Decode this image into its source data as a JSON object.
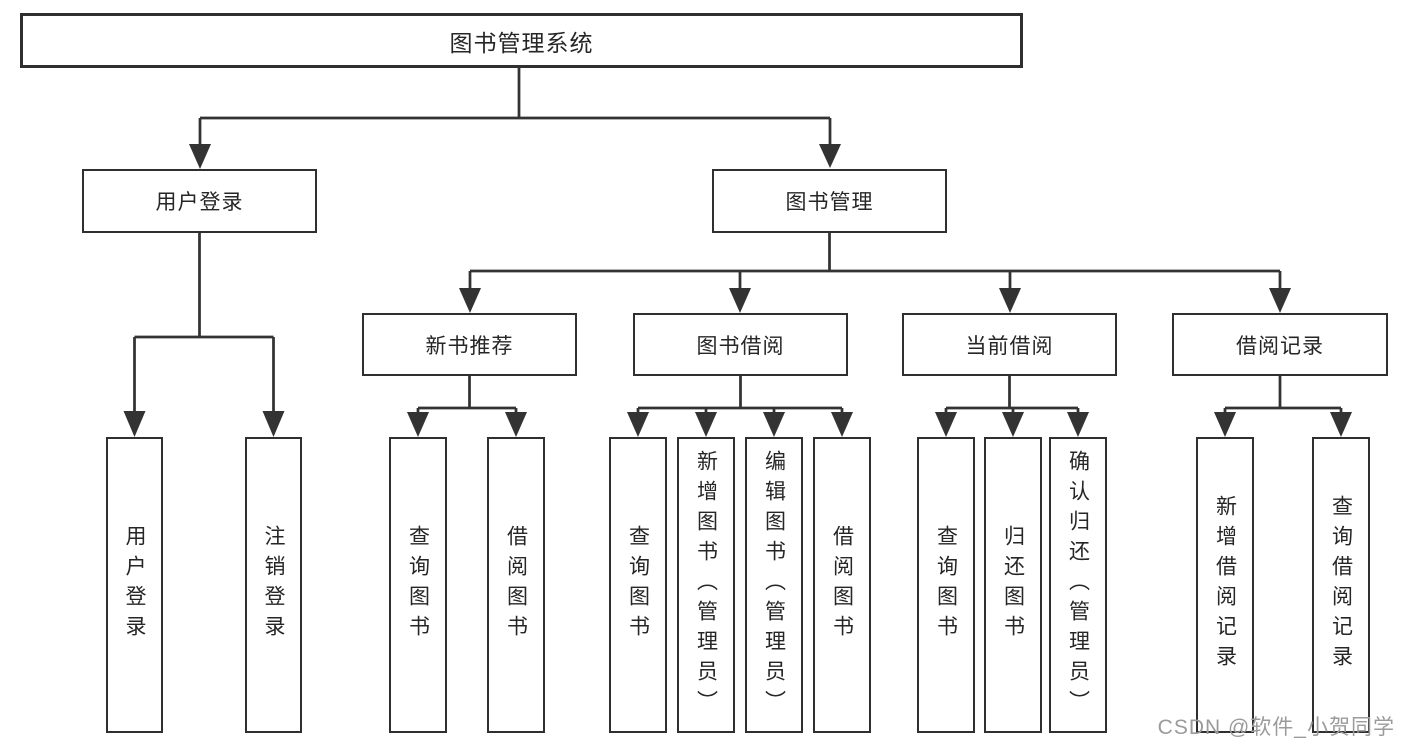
{
  "diagram": {
    "root": "图书管理系统",
    "level2": [
      {
        "label": "用户登录"
      },
      {
        "label": "图书管理"
      }
    ],
    "level3": [
      {
        "label": "新书推荐"
      },
      {
        "label": "图书借阅"
      },
      {
        "label": "当前借阅"
      },
      {
        "label": "借阅记录"
      }
    ],
    "leaves": {
      "user_login": [
        "用户登录",
        "注销登录"
      ],
      "new_book": [
        "查询图书",
        "借阅图书"
      ],
      "book_borrow": [
        "查询图书",
        "新增图书（管理员）",
        "编辑图书（管理员）",
        "借阅图书"
      ],
      "current_borrow": [
        "查询图书",
        "归还图书",
        "确认归还（管理员）"
      ],
      "borrow_record": [
        "新增借阅记录",
        "查询借阅记录"
      ]
    }
  },
  "watermark": "CSDN @软件_小贺同学",
  "colors": {
    "line": "#333333",
    "text": "#262626",
    "background": "#ffffff",
    "watermark": "#9b9b9b"
  }
}
